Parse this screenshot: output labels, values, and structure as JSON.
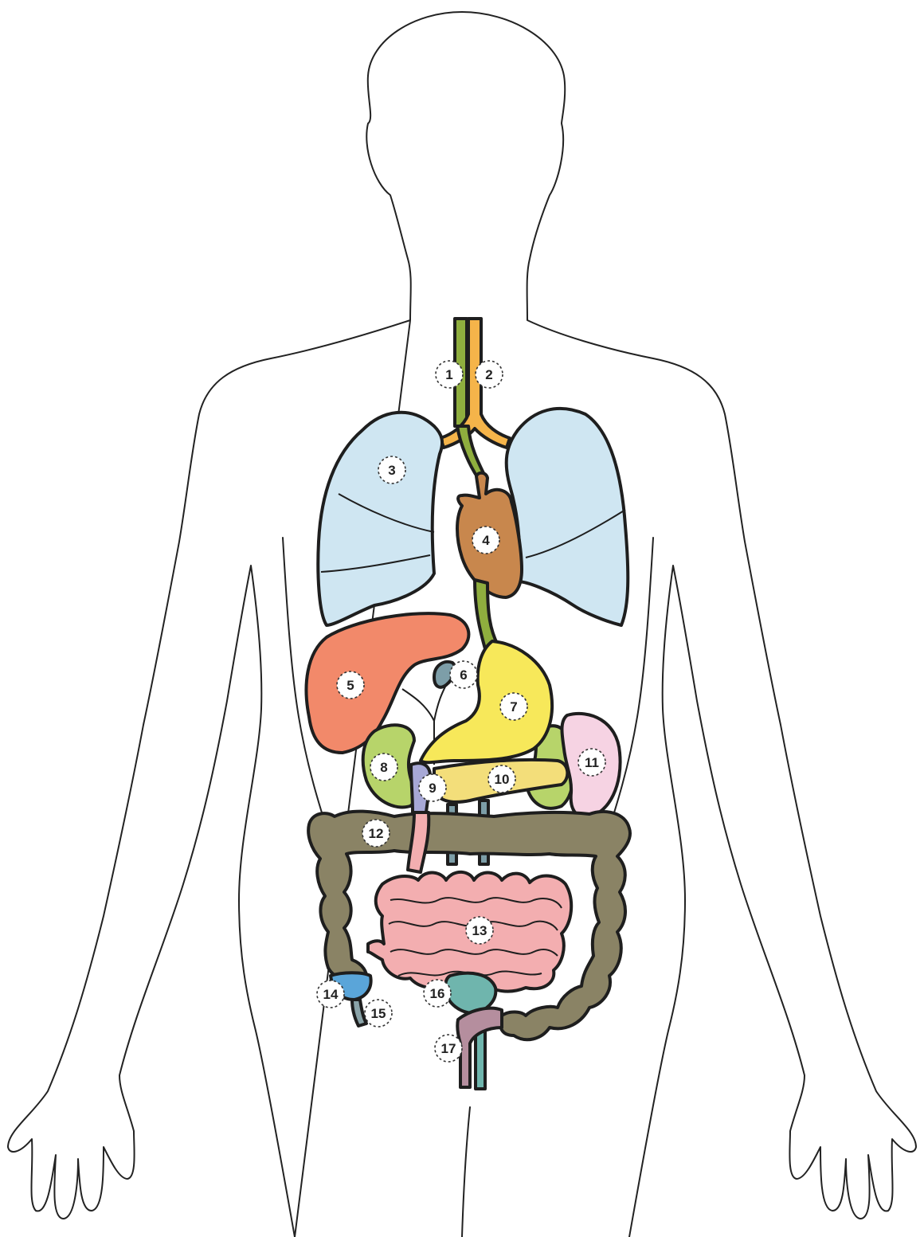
{
  "callouts": [
    {
      "id": "1",
      "label": "1"
    },
    {
      "id": "2",
      "label": "2"
    },
    {
      "id": "3",
      "label": "3"
    },
    {
      "id": "4",
      "label": "4"
    },
    {
      "id": "5",
      "label": "5"
    },
    {
      "id": "6",
      "label": "6"
    },
    {
      "id": "7",
      "label": "7"
    },
    {
      "id": "8",
      "label": "8"
    },
    {
      "id": "9",
      "label": "9"
    },
    {
      "id": "10",
      "label": "10"
    },
    {
      "id": "11",
      "label": "11"
    },
    {
      "id": "12",
      "label": "12"
    },
    {
      "id": "13",
      "label": "13"
    },
    {
      "id": "14",
      "label": "14"
    },
    {
      "id": "15",
      "label": "15"
    },
    {
      "id": "16",
      "label": "16"
    },
    {
      "id": "17",
      "label": "17"
    }
  ],
  "colors": {
    "lungs": "#cfe6f2",
    "trachea": "#f5b44a",
    "esophagus": "#8fae3e",
    "heart": "#c8874d",
    "liver": "#f2896a",
    "gallbladder": "#7d9ea8",
    "stomach": "#f7e85a",
    "kidney": "#b7d46a",
    "duodenum": "#a7a8d6",
    "pancreas": "#f3de7a",
    "spleen": "#f6d3e3",
    "large_intestine": "#8a8365",
    "small_intestine": "#f3aeb0",
    "cecum": "#5aa5d9",
    "appendix": "#8aa3a8",
    "bladder": "#6fb5ad",
    "rectum": "#b58e9e"
  }
}
